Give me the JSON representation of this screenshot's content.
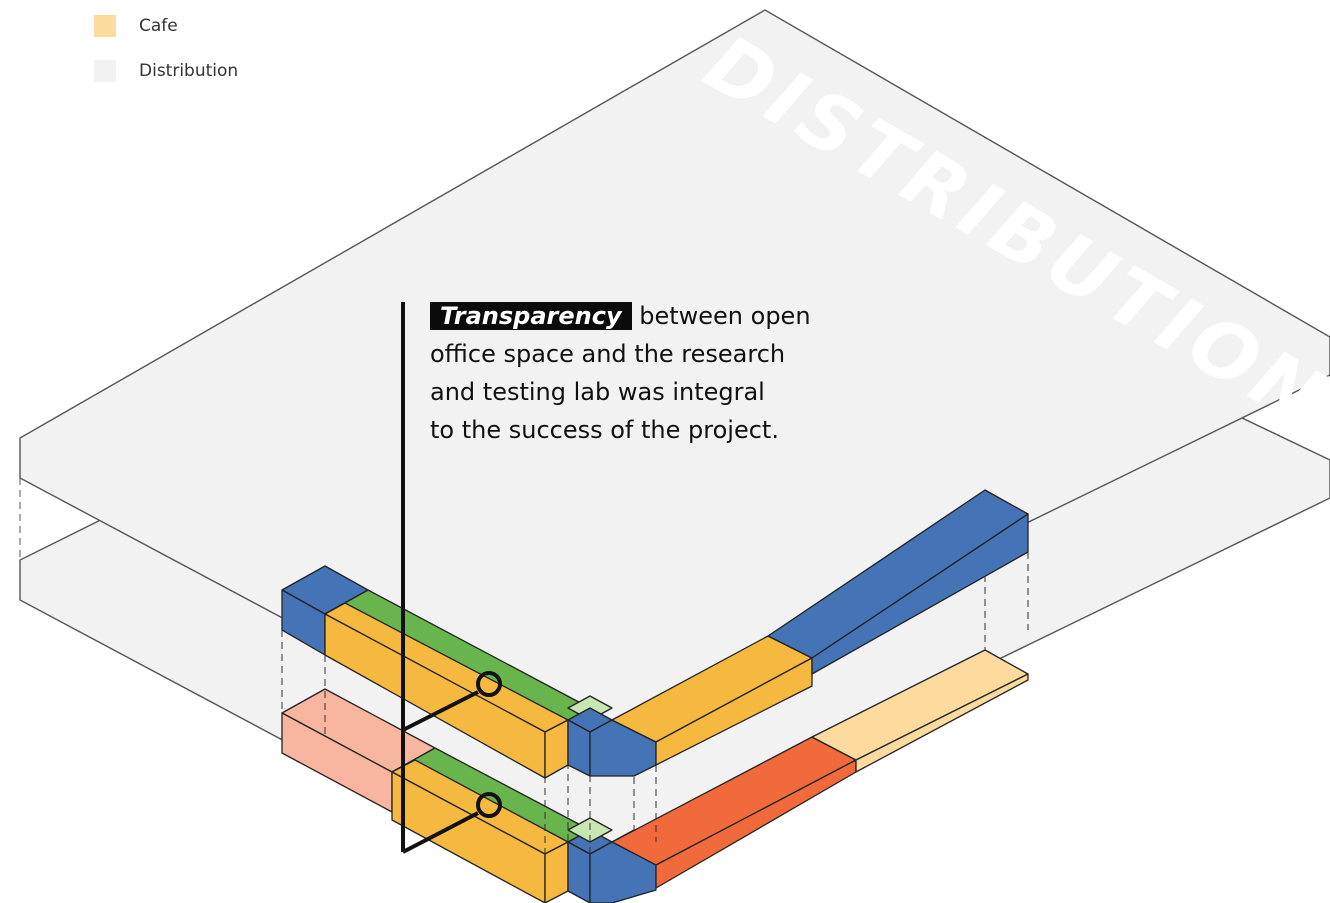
{
  "legend": {
    "items": [
      {
        "label": "Cafe",
        "color": "#fddb9e"
      },
      {
        "label": "Distribution",
        "color": "#f2f2f2"
      }
    ]
  },
  "plate_label": "DISTRIBUTION",
  "callout": {
    "highlight": "Transparency",
    "line1_rest": " between open",
    "line2": "office space and the research",
    "line3": "and testing lab was integral",
    "line4": "to the success of the project."
  },
  "colors": {
    "blue": "#4474b6",
    "orange": "#f6b940",
    "green": "#67b54c",
    "light_green": "#c9e6b2",
    "red": "#f06a3b",
    "pink": "#f8b6a0",
    "cafe": "#fddb9e",
    "floor": "#f2f2f2"
  }
}
